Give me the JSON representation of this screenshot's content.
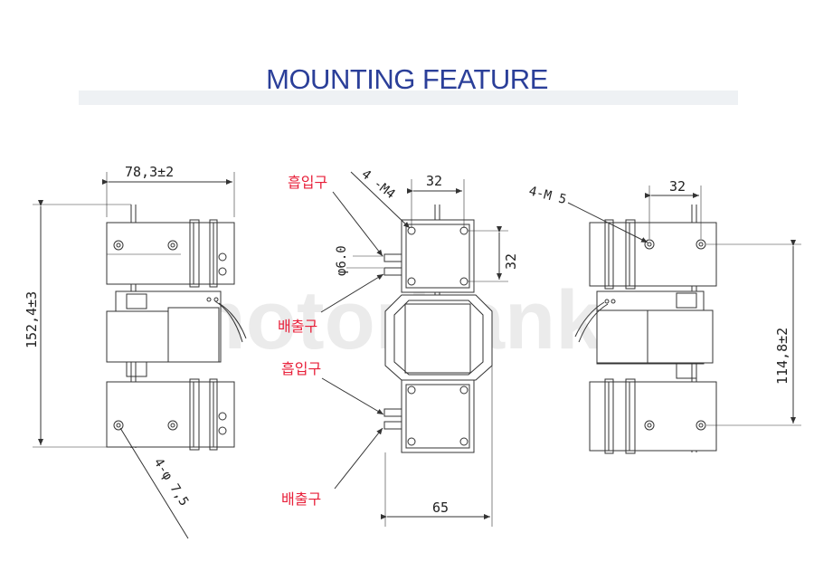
{
  "title": "MOUNTING FEATURE",
  "watermark": "motorbank",
  "colors": {
    "title": "#2b3f99",
    "label": "#e8203a",
    "line": "#333333"
  },
  "dimensions": {
    "left_width": "78,3±2",
    "left_height": "152,4±3",
    "left_holes": "4-φ 7,5",
    "center_width_top": "32",
    "center_height_right": "32",
    "center_thread": "4 -M4",
    "center_port": "φ6.0",
    "center_bottom_width": "65",
    "right_thread": "4-M 5",
    "right_width_top": "32",
    "right_height": "114,8±2"
  },
  "labels": {
    "suction_1": "흡입구",
    "discharge_1": "배출구",
    "suction_2": "흡입구",
    "discharge_2": "배출구"
  }
}
